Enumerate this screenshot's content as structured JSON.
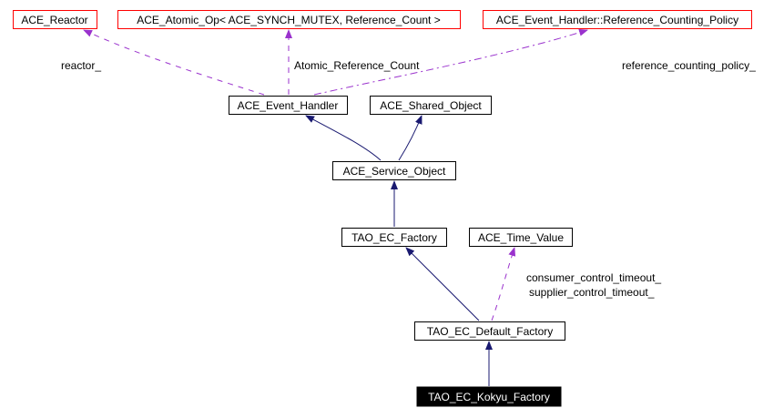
{
  "diagram": {
    "title": "TAO_EC_Kokyu_Factory collaboration diagram",
    "colors": {
      "inheritance_edge": "#191970",
      "usage_edge": "#9a32cd",
      "external_border": "#ff0000",
      "documented_border": "#000000",
      "focus_fill": "#000000",
      "focus_text": "#ffffff"
    },
    "nodes": [
      {
        "id": "ace_reactor",
        "label": "ACE_Reactor",
        "style": "external"
      },
      {
        "id": "ace_atomic_op",
        "label": "ACE_Atomic_Op< ACE_SYNCH_MUTEX, Reference_Count >",
        "style": "external"
      },
      {
        "id": "reference_counting_policy",
        "label": "ACE_Event_Handler::Reference_Counting_Policy",
        "style": "external"
      },
      {
        "id": "ace_event_handler",
        "label": "ACE_Event_Handler",
        "style": "documented"
      },
      {
        "id": "ace_shared_object",
        "label": "ACE_Shared_Object",
        "style": "documented"
      },
      {
        "id": "ace_service_object",
        "label": "ACE_Service_Object",
        "style": "documented"
      },
      {
        "id": "tao_ec_factory",
        "label": "TAO_EC_Factory",
        "style": "documented"
      },
      {
        "id": "ace_time_value",
        "label": "ACE_Time_Value",
        "style": "documented"
      },
      {
        "id": "tao_ec_default_factory",
        "label": "TAO_EC_Default_Factory",
        "style": "documented"
      },
      {
        "id": "tao_ec_kokyu_factory",
        "label": "TAO_EC_Kokyu_Factory",
        "style": "focus"
      }
    ],
    "edges": [
      {
        "from": "ace_event_handler",
        "to": "ace_reactor",
        "kind": "usage",
        "labels": [
          "reactor_"
        ]
      },
      {
        "from": "ace_event_handler",
        "to": "ace_atomic_op",
        "kind": "usage",
        "labels": [
          "Atomic_Reference_Count"
        ]
      },
      {
        "from": "ace_event_handler",
        "to": "reference_counting_policy",
        "kind": "usage",
        "labels": [
          "reference_counting_policy_"
        ]
      },
      {
        "from": "ace_service_object",
        "to": "ace_event_handler",
        "kind": "inheritance",
        "labels": []
      },
      {
        "from": "ace_service_object",
        "to": "ace_shared_object",
        "kind": "inheritance",
        "labels": []
      },
      {
        "from": "tao_ec_factory",
        "to": "ace_service_object",
        "kind": "inheritance",
        "labels": []
      },
      {
        "from": "tao_ec_default_factory",
        "to": "tao_ec_factory",
        "kind": "inheritance",
        "labels": []
      },
      {
        "from": "tao_ec_default_factory",
        "to": "ace_time_value",
        "kind": "usage",
        "labels": [
          "consumer_control_timeout_",
          "supplier_control_timeout_"
        ]
      },
      {
        "from": "tao_ec_kokyu_factory",
        "to": "tao_ec_default_factory",
        "kind": "inheritance",
        "labels": []
      }
    ]
  }
}
